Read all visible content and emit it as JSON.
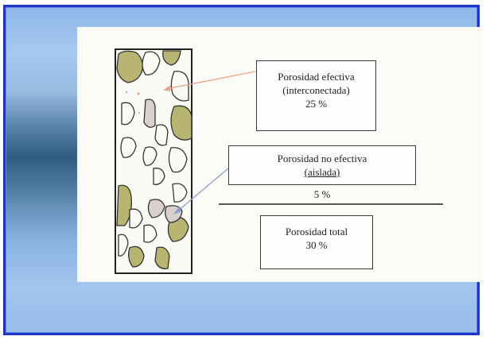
{
  "effective_box": {
    "line1": "Porosidad efectiva",
    "line2": "(interconectada)",
    "value": "25 %"
  },
  "noneffective_box": {
    "line1": "Porosidad no efectiva",
    "line2": "(aislada)",
    "value": "5 %"
  },
  "total_box": {
    "line1": "Porosidad total",
    "value": "30 %"
  },
  "colors": {
    "frame_border": "#1a35c8",
    "arrow_effective": "#e9a58b",
    "arrow_noneffective": "#8f9fd0",
    "grain_olive": "#b7b56f",
    "grain_pink": "#d9cfcf"
  }
}
